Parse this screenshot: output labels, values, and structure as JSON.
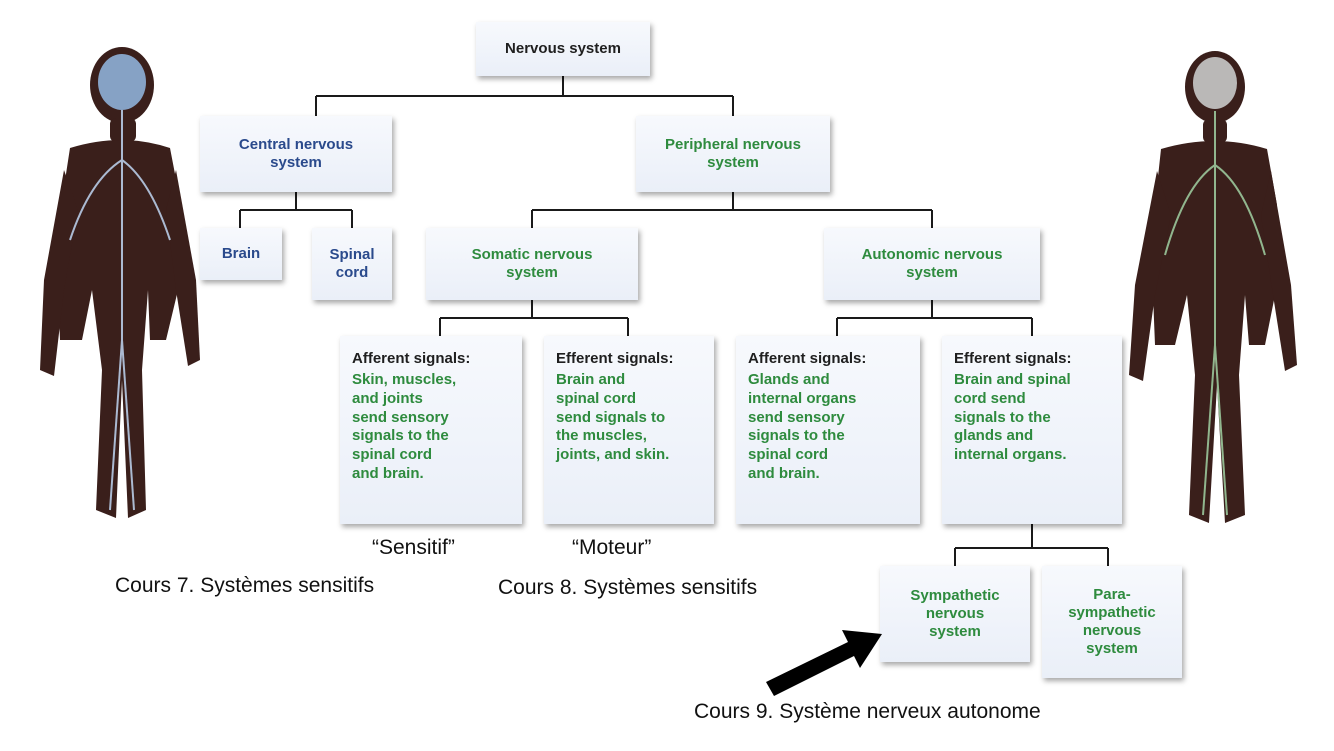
{
  "colors": {
    "cns_text": "#2a4a8c",
    "pns_text": "#2e8b3e",
    "box_bg": "#eef2f9",
    "connector": "#1a1a1a",
    "arrow": "#000000",
    "body_figure": "#3a1f1b"
  },
  "nodes": {
    "nervous_system": "Nervous system",
    "central": "Central nervous\nsystem",
    "peripheral": "Peripheral nervous\nsystem",
    "brain": "Brain",
    "spinal_cord": "Spinal\ncord",
    "somatic": "Somatic nervous\nsystem",
    "autonomic": "Autonomic nervous\nsystem",
    "sympathetic": "Sympathetic\nnervous\nsystem",
    "parasympathetic": "Para-\nsympathetic\nnervous\nsystem"
  },
  "details": [
    {
      "heading": "Afferent signals:",
      "text": "Skin, muscles,\nand joints\nsend sensory\nsignals to the\nspinal cord\nand brain."
    },
    {
      "heading": "Efferent signals:",
      "text": "Brain and\nspinal cord\nsend signals to\nthe muscles,\njoints, and skin."
    },
    {
      "heading": "Afferent signals:",
      "text": "Glands and\ninternal organs\nsend sensory\nsignals to the\nspinal cord\nand brain."
    },
    {
      "heading": "Efferent signals:",
      "text": "Brain and spinal\ncord send\nsignals to the\nglands and\ninternal organs."
    }
  ],
  "captions": {
    "sensitif": "“Sensitif”",
    "moteur": "“Moteur”",
    "cours7": "Cours 7. Systèmes sensitifs",
    "cours8": "Cours 8. Systèmes sensitifs",
    "cours9": "Cours 9. Système nerveux autonome"
  },
  "icons": {
    "left_figure": "human-body-cns-icon",
    "right_figure": "human-body-pns-icon",
    "arrow": "pointer-arrow-icon"
  }
}
